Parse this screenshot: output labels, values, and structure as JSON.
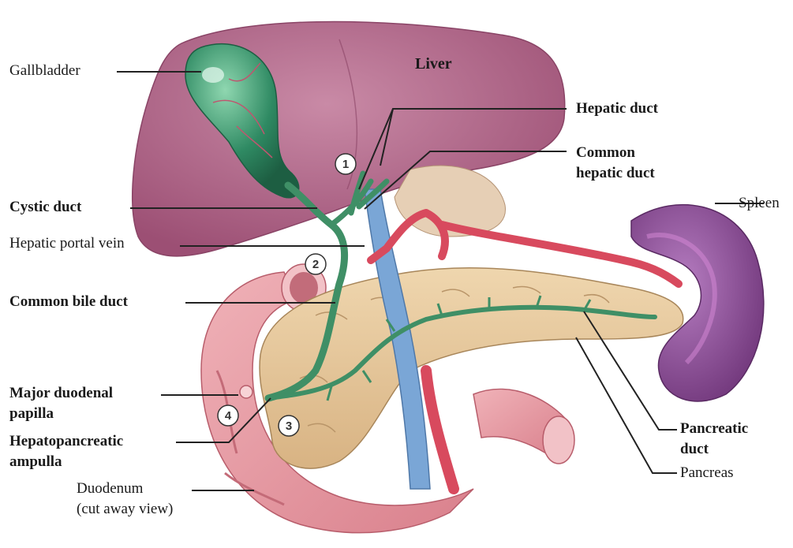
{
  "labels": {
    "gallbladder": "Gallbladder",
    "liver": "Liver",
    "hepatic_duct": "Hepatic duct",
    "common_hepatic_duct_line1": "Common",
    "common_hepatic_duct_line2": "hepatic duct",
    "cystic_duct": "Cystic duct",
    "hepatic_portal_vein": "Hepatic portal vein",
    "spleen": "Spleen",
    "common_bile_duct": "Common bile duct",
    "major_duodenal_papilla_line1": "Major duodenal",
    "major_duodenal_papilla_line2": "papilla",
    "hepatopancreatic_ampulla_line1": "Hepatopancreatic",
    "hepatopancreatic_ampulla_line2": "ampulla",
    "duodenum_line1": "Duodenum",
    "duodenum_line2": "(cut away view)",
    "pancreatic_duct_line1": "Pancreatic",
    "pancreatic_duct_line2": "duct",
    "pancreas": "Pancreas"
  },
  "markers": [
    "1",
    "2",
    "3",
    "4"
  ],
  "colors": {
    "liver": "#b06a8a",
    "gallbladder": "#2f8a63",
    "bile_duct": "#3f8f66",
    "portal_vein": "#6f9bcf",
    "artery": "#d84a5e",
    "duodenum": "#e69aa3",
    "pancreas": "#e4c79b",
    "spleen": "#8e4b96",
    "leader_line": "#222222"
  }
}
